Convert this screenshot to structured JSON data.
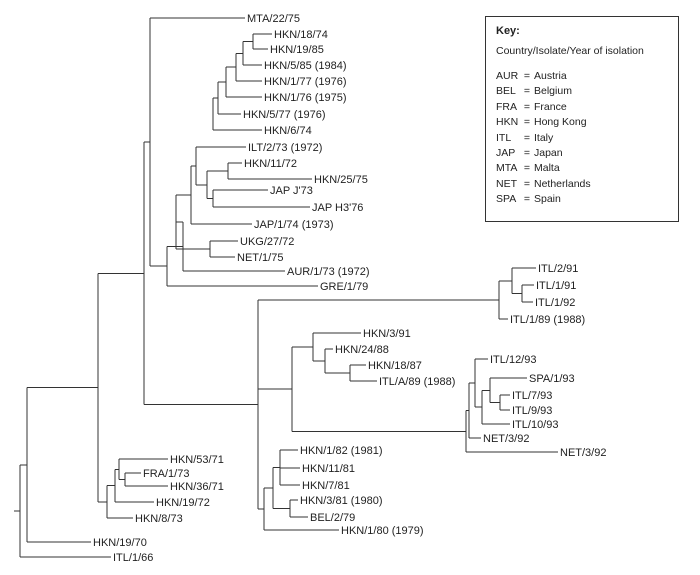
{
  "key": {
    "title": "Key:",
    "subtitle": "Country/Isolate/Year of isolation",
    "entries": [
      {
        "code": "AUR",
        "country": "Austria"
      },
      {
        "code": "BEL",
        "country": "Belgium"
      },
      {
        "code": "FRA",
        "country": "France"
      },
      {
        "code": "HKN",
        "country": "Hong Kong"
      },
      {
        "code": "ITL",
        "country": "Italy"
      },
      {
        "code": "JAP",
        "country": "Japan"
      },
      {
        "code": "MTA",
        "country": "Malta"
      },
      {
        "code": "NET",
        "country": "Netherlands"
      },
      {
        "code": "SPA",
        "country": "Spain"
      }
    ]
  },
  "leaves": [
    "MTA/22/75",
    "HKN/18/74",
    "HKN/19/85",
    "HKN/5/85 (1984)",
    "HKN/1/77 (1976)",
    "HKN/1/76 (1975)",
    "HKN/5/77 (1976)",
    "HKN/6/74",
    "ILT/2/73 (1972)",
    "HKN/11/72",
    "HKN/25/75",
    "JAP J'73",
    "JAP H3'76",
    "JAP/1/74 (1973)",
    "UKG/27/72",
    "NET/1/75",
    "AUR/1/73 (1972)",
    "GRE/1/79",
    "ITL/2/91",
    "ITL/1/91",
    "ITL/1/92",
    "ITL/1/89 (1988)",
    "HKN/3/91",
    "HKN/24/88",
    "HKN/18/87",
    "ITL/A/89 (1988)",
    "ITL/12/93",
    "SPA/1/93",
    "ITL/7/93",
    "ITL/9/93",
    "ITL/10/93",
    "NET/3/92",
    "NET/3/92",
    "HKN/1/82 (1981)",
    "HKN/11/81",
    "HKN/7/81",
    "HKN/3/81 (1980)",
    "BEL/2/79",
    "HKN/1/80 (1979)",
    "HKN/53/71",
    "FRA/1/73",
    "HKN/36/71",
    "HKN/19/72",
    "HKN/8/73",
    "HKN/19/70",
    "ITL/1/66"
  ]
}
